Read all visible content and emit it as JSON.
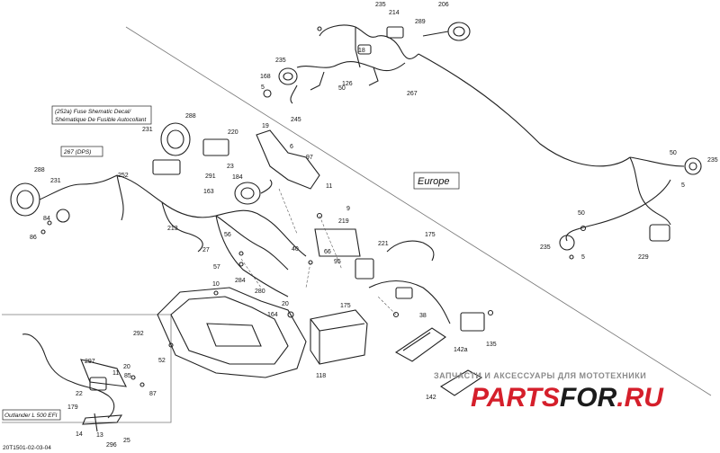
{
  "diagram": {
    "region_label": "Europe",
    "drawing_code": "20T1501-02-03-04",
    "callout_boxes": {
      "fuse_decal_line1": "(252a) Fuse Shematic Decal/",
      "fuse_decal_line2": "Shématique De Fusible Autocollant",
      "dps": "267 (DPS)",
      "outlander": "Outlander L 500 EFI"
    },
    "part_numbers": [
      "235",
      "214",
      "289",
      "206",
      "235",
      "18",
      "126",
      "50",
      "168",
      "5",
      "245",
      "267",
      "288",
      "231",
      "220",
      "19",
      "6",
      "23",
      "97",
      "252",
      "291",
      "11",
      "288",
      "231",
      "184",
      "163",
      "84",
      "86",
      "213",
      "9",
      "219",
      "175",
      "27",
      "56",
      "40",
      "221",
      "57",
      "95",
      "66",
      "284",
      "280",
      "10",
      "292",
      "164",
      "20",
      "38",
      "52",
      "118",
      "175",
      "135",
      "142a",
      "142",
      "297",
      "11",
      "20",
      "85",
      "87",
      "22",
      "179",
      "14",
      "13",
      "296",
      "25",
      "235",
      "50",
      "229",
      "5",
      "50",
      "235",
      "5"
    ]
  },
  "watermark": {
    "top_text": "ЗАПЧАСТИ И АКСЕССУАРЫ ДЛЯ МОТОТЕХНИКИ",
    "logo_part1": "PARTS",
    "logo_part2": "FOR",
    "logo_part3": ".RU"
  }
}
